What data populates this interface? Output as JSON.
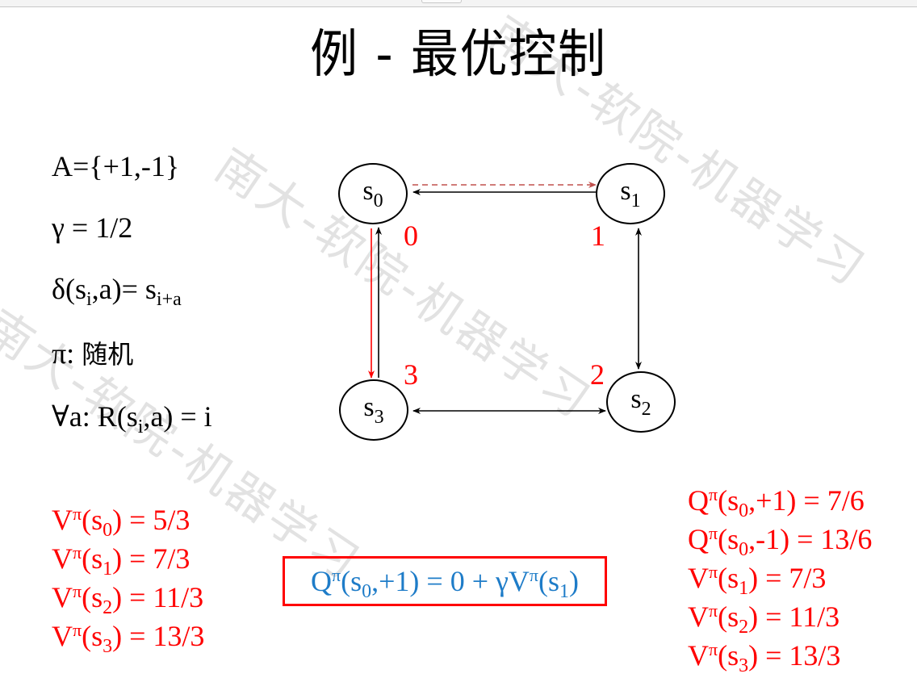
{
  "slide": {
    "title": "例 - 最优控制",
    "watermark": "南大-软院-机器学习"
  },
  "definitions": {
    "actions": "A={+1,-1}",
    "gamma": "γ = 1/2",
    "transition_prefix": "δ(s",
    "transition_sub_i": "i",
    "transition_mid": ",a)= s",
    "transition_sub_ia": "i+a",
    "policy_symbol": "π:",
    "policy_value": "随机",
    "reward_prefix": "∀a: R(s",
    "reward_sub": "i",
    "reward_suffix": ",a) = i"
  },
  "diagram": {
    "nodes": [
      {
        "id": "s0",
        "base": "s",
        "sub": "0",
        "reward": "0"
      },
      {
        "id": "s1",
        "base": "s",
        "sub": "1",
        "reward": "1"
      },
      {
        "id": "s2",
        "base": "s",
        "sub": "2",
        "reward": "2"
      },
      {
        "id": "s3",
        "base": "s",
        "sub": "3",
        "reward": "3"
      }
    ],
    "edges": [
      {
        "from": "s0",
        "to": "s1",
        "style": "dashed",
        "color": "#c0504d"
      },
      {
        "from": "s1",
        "to": "s0",
        "style": "solid",
        "color": "#000000"
      },
      {
        "from": "s0",
        "to": "s3",
        "style": "solid",
        "color": "#ff0000"
      },
      {
        "from": "s3",
        "to": "s0",
        "style": "solid",
        "color": "#000000"
      },
      {
        "from": "s1",
        "to": "s2",
        "style": "solid-bidirectional",
        "color": "#000000"
      },
      {
        "from": "s3",
        "to": "s2",
        "style": "solid-bidirectional",
        "color": "#000000"
      }
    ]
  },
  "values_left": [
    {
      "fn": "V",
      "sup": "π",
      "open": "(s",
      "sub": "0",
      "close": ") = 5/3"
    },
    {
      "fn": "V",
      "sup": "π",
      "open": "(s",
      "sub": "1",
      "close": ") = 7/3"
    },
    {
      "fn": "V",
      "sup": "π",
      "open": "(s",
      "sub": "2",
      "close": ") = 11/3"
    },
    {
      "fn": "V",
      "sup": "π",
      "open": "(s",
      "sub": "3",
      "close": ") = 13/3"
    }
  ],
  "formula_box": {
    "fn": "Q",
    "sup": "π",
    "open": "(s",
    "sub": "0",
    "mid": ",+1) = 0 + γV",
    "sup2": "π",
    "open2": "(s",
    "sub2": "1",
    "close": ")",
    "text_color": "#1e7cc8",
    "border_color": "#ff0000"
  },
  "values_right": [
    {
      "fn": "Q",
      "sup": "π",
      "open": "(s",
      "sub": "0",
      "close": ",+1) = 7/6"
    },
    {
      "fn": "Q",
      "sup": "π",
      "open": "(s",
      "sub": "0",
      "close": ",-1) = 13/6"
    },
    {
      "fn": "V",
      "sup": "π",
      "open": "(s",
      "sub": "1",
      "close": ") = 7/3"
    },
    {
      "fn": "V",
      "sup": "π",
      "open": "(s",
      "sub": "2",
      "close": ") = 11/3"
    },
    {
      "fn": "V",
      "sup": "π",
      "open": "(s",
      "sub": "3",
      "close": ") = 13/3"
    }
  ],
  "colors": {
    "value_text": "#ff0000",
    "reward_label": "#ff0000",
    "formula_text": "#1e7cc8"
  }
}
